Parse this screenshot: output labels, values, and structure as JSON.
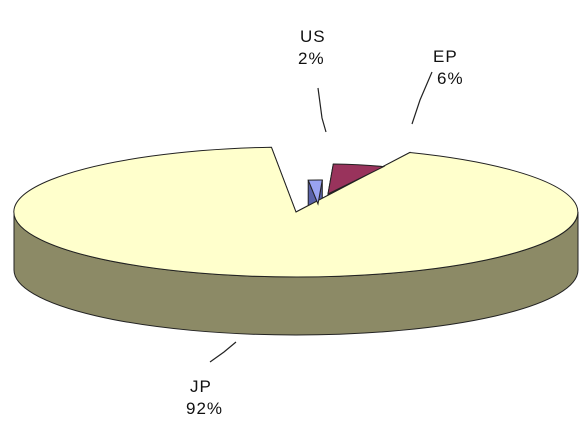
{
  "chart_data": {
    "type": "pie",
    "style": "3d-exploded",
    "slices": [
      {
        "label": "JP",
        "value": 92,
        "value_label": "92%",
        "top_color": "#FFFFCC",
        "side_color": "#8C8A66"
      },
      {
        "label": "US",
        "value": 2,
        "value_label": "2%",
        "top_color": "#99A3F0",
        "side_color": "#5A62A8"
      },
      {
        "label": "EP",
        "value": 6,
        "value_label": "6%",
        "top_color": "#99335C",
        "side_color": "#5C1A36"
      }
    ],
    "legend": "none",
    "data_labels": "outside-with-leader-lines"
  }
}
